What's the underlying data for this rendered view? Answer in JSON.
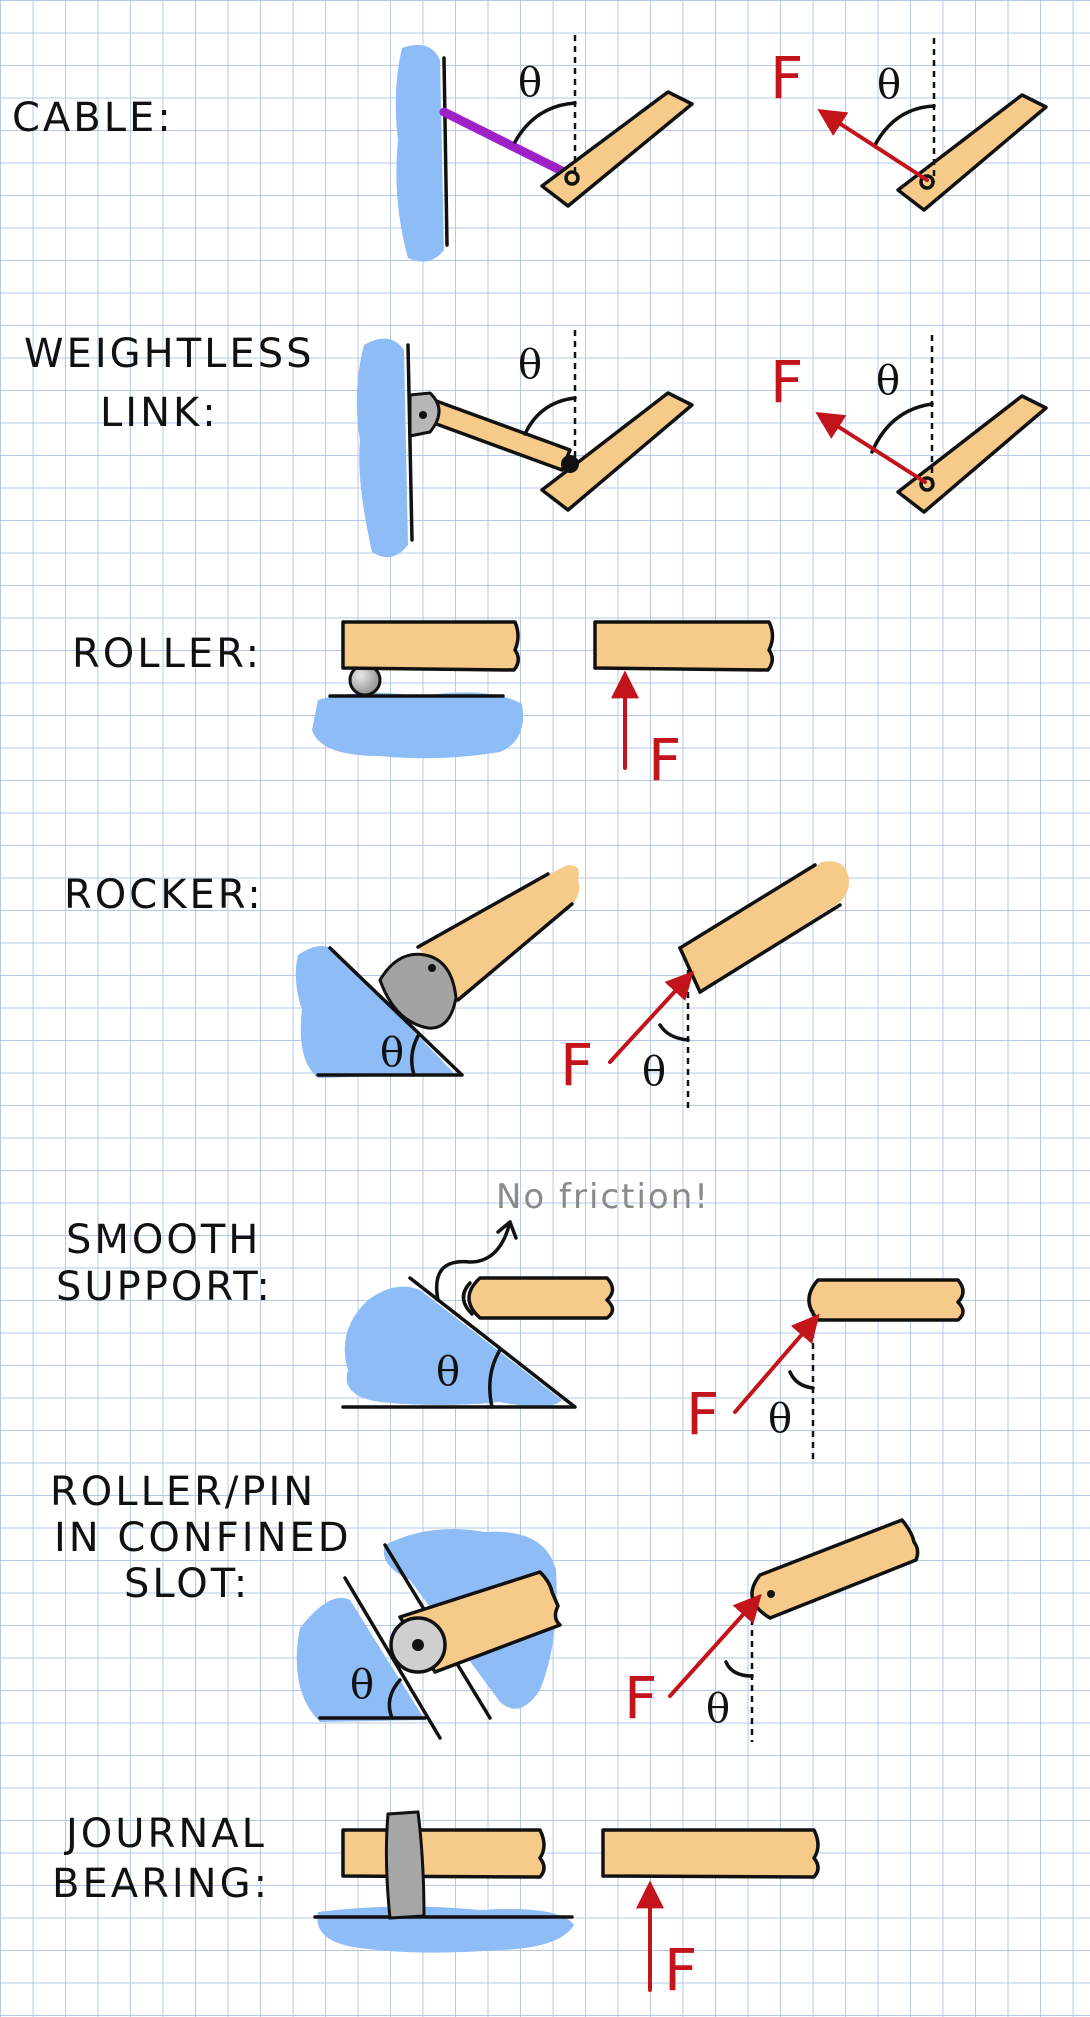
{
  "supports": [
    {
      "name": "CABLE:",
      "label_lines": [
        "CABLE:"
      ]
    },
    {
      "name": "WEIGHTLESS LINK:",
      "label_lines": [
        "WEIGHTLESS",
        "LINK:"
      ]
    },
    {
      "name": "ROLLER:",
      "label_lines": [
        "ROLLER:"
      ]
    },
    {
      "name": "ROCKER:",
      "label_lines": [
        "ROCKER:"
      ]
    },
    {
      "name": "SMOOTH SUPPORT:",
      "label_lines": [
        "SMOOTH",
        "SUPPORT:"
      ]
    },
    {
      "name": "ROLLER/PIN IN CONFINED SLOT:",
      "label_lines": [
        "ROLLER/PIN",
        "IN CONFINED",
        "SLOT:"
      ]
    },
    {
      "name": "JOURNAL BEARING:",
      "label_lines": [
        "JOURNAL",
        "BEARING:"
      ]
    }
  ],
  "symbols": {
    "force": "F",
    "angle": "θ"
  },
  "annotations": {
    "smooth_note": "No friction!"
  },
  "colors": {
    "ground": "#8ebcf6",
    "member": "#f6ca88",
    "cable": "#a020c8",
    "force": "#c4141b",
    "grid": "#b7c8e6"
  }
}
